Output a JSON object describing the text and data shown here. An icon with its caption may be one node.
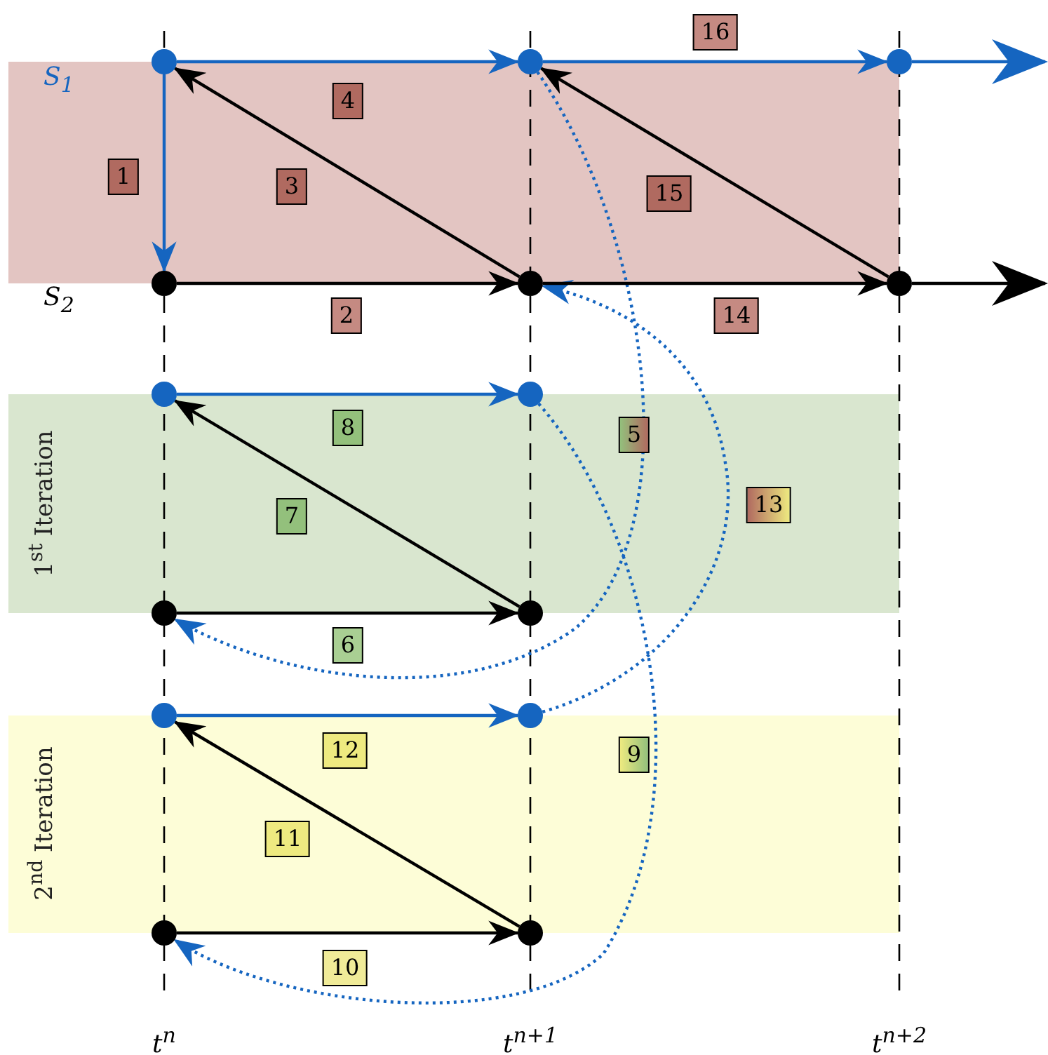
{
  "diagram": {
    "nodes": [
      {
        "text": [],
        "shape": "circle"
      },
      {
        "text": [],
        "shape": "circle"
      },
      {
        "text": [],
        "shape": "circle"
      },
      {
        "text": [],
        "shape": "circle"
      },
      {
        "text": [],
        "shape": "circle"
      },
      {
        "text": [],
        "shape": "circle"
      },
      {
        "text": [],
        "shape": "circle"
      },
      {
        "text": [],
        "shape": "circle"
      },
      {
        "text": [],
        "shape": "circle"
      },
      {
        "text": [],
        "shape": "circle"
      },
      {
        "text": [],
        "shape": "circle"
      },
      {
        "text": [],
        "shape": "circle"
      },
      {
        "text": [],
        "shape": "circle"
      },
      {
        "text": [],
        "shape": "circle"
      }
    ],
    "edges": [
      {
        "from": 0,
        "to": 3,
        "arrow": "to",
        "label": "1",
        "color": "#1565c0"
      },
      {
        "from": 3,
        "to": 4,
        "arrow": "to",
        "label": "2",
        "color": "#000000"
      },
      {
        "from": 4,
        "to": 0,
        "arrow": "to",
        "label": "3",
        "color": "#000000"
      },
      {
        "from": 0,
        "to": 1,
        "arrow": "to",
        "label": "4",
        "color": "#1565c0"
      },
      {
        "from": 1,
        "to": 8,
        "arrow": "to",
        "label": "5",
        "style": "dashed",
        "color": "#1565c0"
      },
      {
        "from": 8,
        "to": 9,
        "arrow": "to",
        "label": "6",
        "color": "#000000"
      },
      {
        "from": 9,
        "to": 6,
        "arrow": "to",
        "label": "7",
        "color": "#000000"
      },
      {
        "from": 6,
        "to": 7,
        "arrow": "to",
        "label": "8",
        "color": "#1565c0"
      },
      {
        "from": 7,
        "to": 12,
        "arrow": "to",
        "label": "9",
        "style": "dashed",
        "color": "#1565c0"
      },
      {
        "from": 12,
        "to": 13,
        "arrow": "to",
        "label": "10",
        "color": "#000000"
      },
      {
        "from": 13,
        "to": 10,
        "arrow": "to",
        "label": "11",
        "color": "#000000"
      },
      {
        "from": 10,
        "to": 11,
        "arrow": "to",
        "label": "12",
        "color": "#1565c0"
      },
      {
        "from": 11,
        "to": 4,
        "arrow": "to",
        "label": "13",
        "style": "dashed",
        "color": "#1565c0"
      },
      {
        "from": 4,
        "to": 5,
        "arrow": "to",
        "label": "14",
        "color": "#000000"
      },
      {
        "from": 5,
        "to": 1,
        "arrow": "to",
        "label": "15",
        "color": "#000000"
      },
      {
        "from": 1,
        "to": 2,
        "arrow": "to",
        "label": "16",
        "color": "#1565c0"
      },
      {
        "from": 2,
        "to": null,
        "arrow": "to",
        "color": "#1565c0"
      },
      {
        "from": 5,
        "to": null,
        "arrow": "to",
        "color": "#000000"
      }
    ],
    "labels": [
      "S$_{1}$",
      "S$_{2}$",
      "1$^{st}$ Iteration",
      "2$^{nd}$ Iteration",
      "t$^{n}$",
      "t$^{n+1}$",
      "t$^{n+2}$"
    ]
  }
}
